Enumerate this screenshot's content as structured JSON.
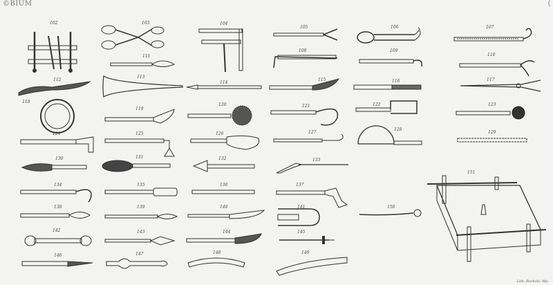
{
  "header": {
    "library_mark": "©BIUM",
    "corner_mark": "("
  },
  "figures": {
    "f102": "102",
    "f103": "103",
    "f104": "104",
    "f105": "105",
    "f106": "106",
    "f107": "107",
    "f108": "108",
    "f109": "109",
    "f110": "110",
    "f111": "111",
    "f112": "112",
    "f113": "113",
    "f114": "114",
    "f115": "115",
    "f116": "116",
    "f117": "117",
    "f118": "118",
    "f119": "119",
    "f120": "120",
    "f121": "121",
    "f122": "122",
    "f123": "123",
    "f124": "124",
    "f125": "125",
    "f126": "126",
    "f127": "127",
    "f128": "128",
    "f129": "129",
    "f130": "130",
    "f131": "131",
    "f132": "132",
    "f133": "133",
    "f134": "134",
    "f135": "135",
    "f136": "136",
    "f137": "137",
    "f138": "138",
    "f139": "139",
    "f140": "140",
    "f141": "141",
    "f142": "142",
    "f143": "143",
    "f144": "144",
    "f145": "145",
    "f146": "146",
    "f147": "147",
    "f148": "148",
    "f149": "149",
    "f150": "150",
    "f151": "151"
  },
  "credit": "Lith. Rocholz. Mp."
}
